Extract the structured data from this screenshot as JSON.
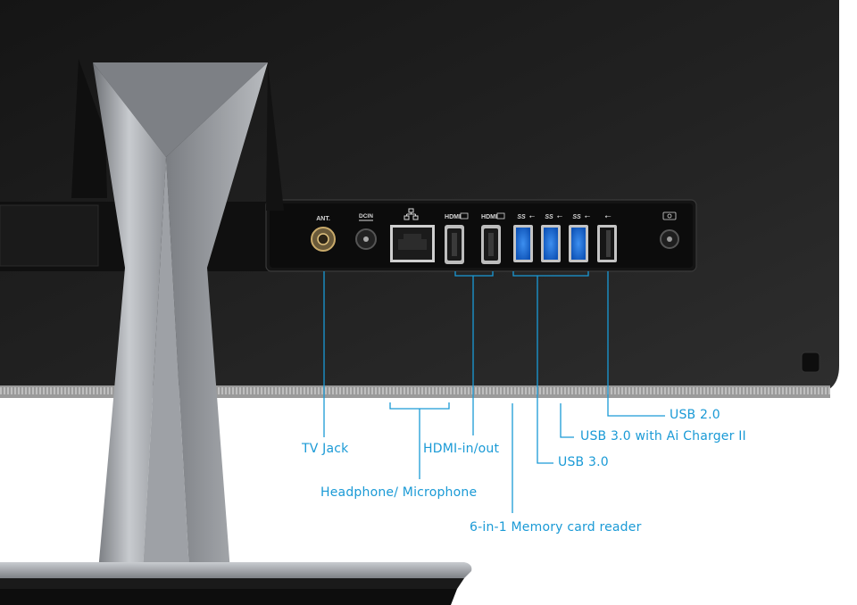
{
  "ports": {
    "ant": "ANT.",
    "dcin": "DCIN",
    "hdmi_1": "HDMI",
    "hdmi_2": "HDMI",
    "usb3_1": "SS",
    "usb3_2": "SS",
    "usb3_3": "SS"
  },
  "callouts": {
    "tv_jack": "TV Jack",
    "hdmi": "HDMI-in/out",
    "headphone_mic": "Headphone/ Microphone",
    "card_reader": "6-in-1 Memory card reader",
    "usb2": "USB 2.0",
    "usb3_charger": "USB 3.0 with Ai Charger II",
    "usb3": "USB 3.0"
  },
  "colors": {
    "accent": "#1a9ad6",
    "body": "#1c1c1c",
    "stand": "#a9acb0"
  }
}
